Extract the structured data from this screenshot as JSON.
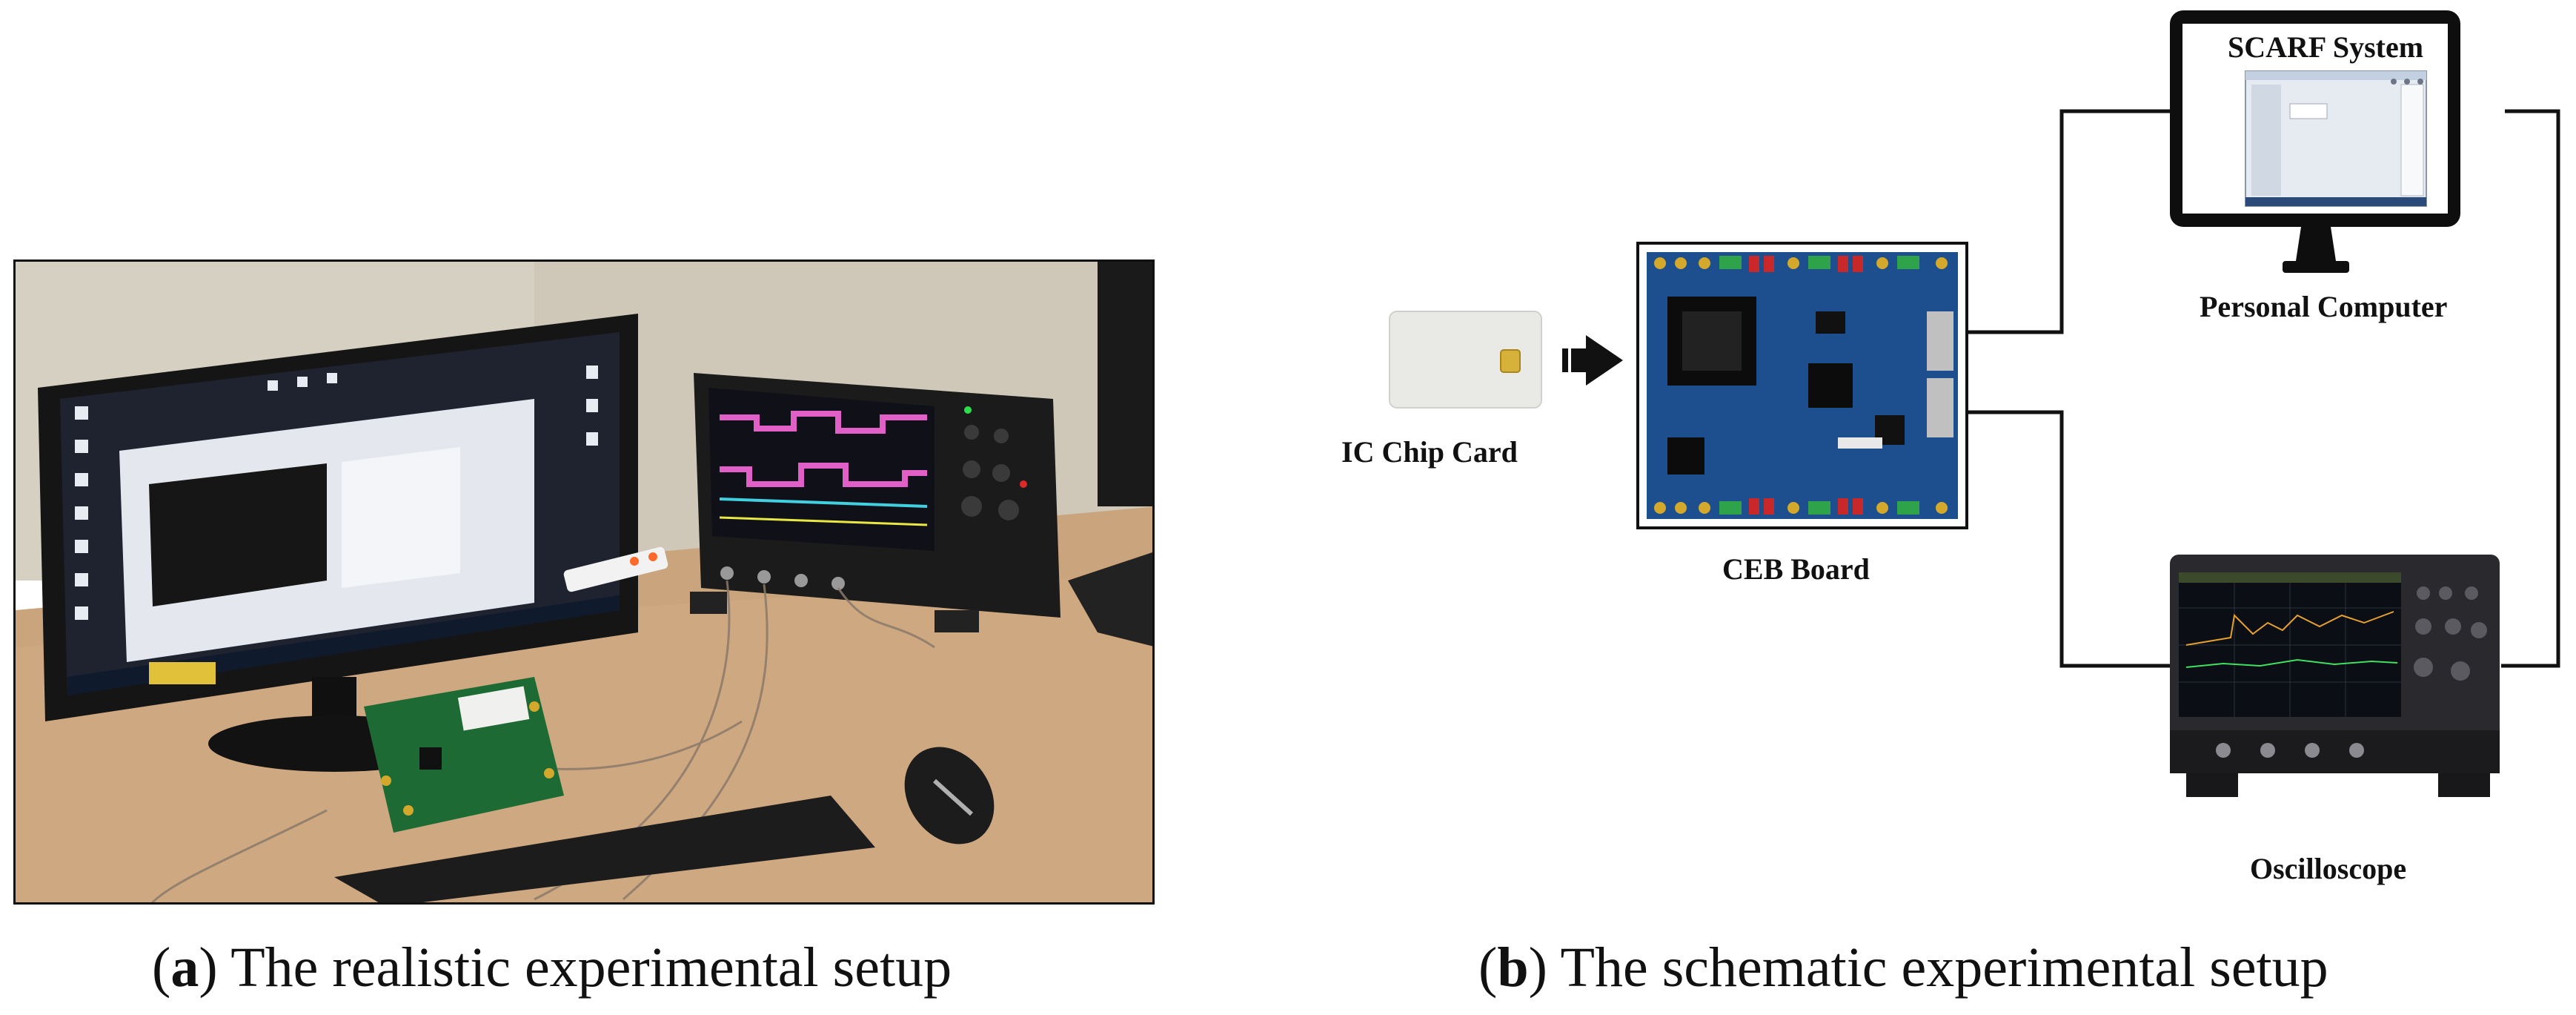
{
  "panel_a": {
    "caption_letter": "a",
    "caption_text": " The realistic experimental setup"
  },
  "panel_b": {
    "caption_letter": "b",
    "caption_text": " The schematic experimental setup",
    "labels": {
      "ic_card": "IC Chip Card",
      "ceb_board": "CEB Board",
      "scarf_system": "SCARF System",
      "personal_computer": "Personal Computer",
      "oscilloscope": "Oscilloscope"
    }
  },
  "colors": {
    "line": "#111111",
    "board_blue": "#1d4f8f",
    "trace_pink": "#e060c8",
    "trace_cyan": "#40d0e0",
    "wall": "#d8d2c4",
    "desk": "#c9a27a"
  }
}
